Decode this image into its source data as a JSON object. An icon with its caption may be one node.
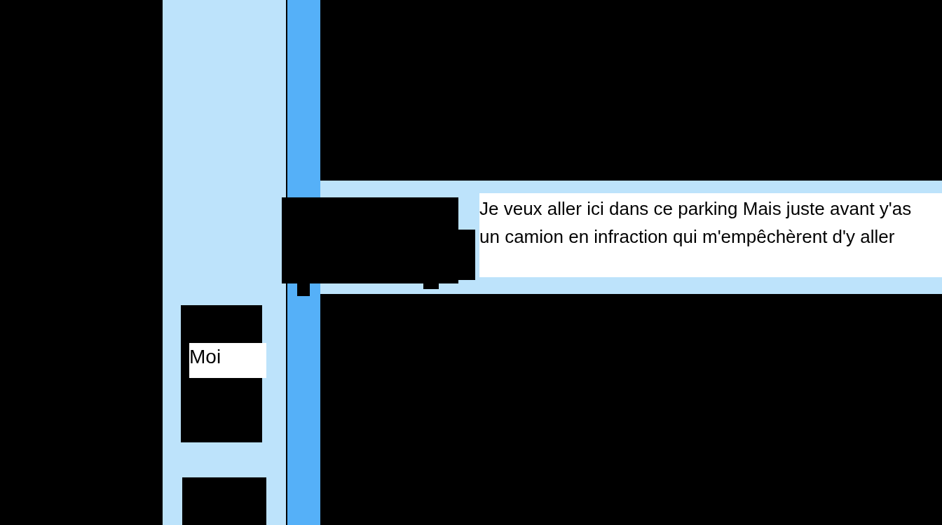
{
  "diagram": {
    "nodes": [
      {
        "text": [
          "Je veux aller ici dans ce parking Mais juste avant y'as un camion en infraction qui m'empêchèrent d'y aller"
        ]
      },
      {
        "text": [
          "Moi"
        ]
      },
      {
        "text": [],
        "shape": "box"
      }
    ]
  }
}
